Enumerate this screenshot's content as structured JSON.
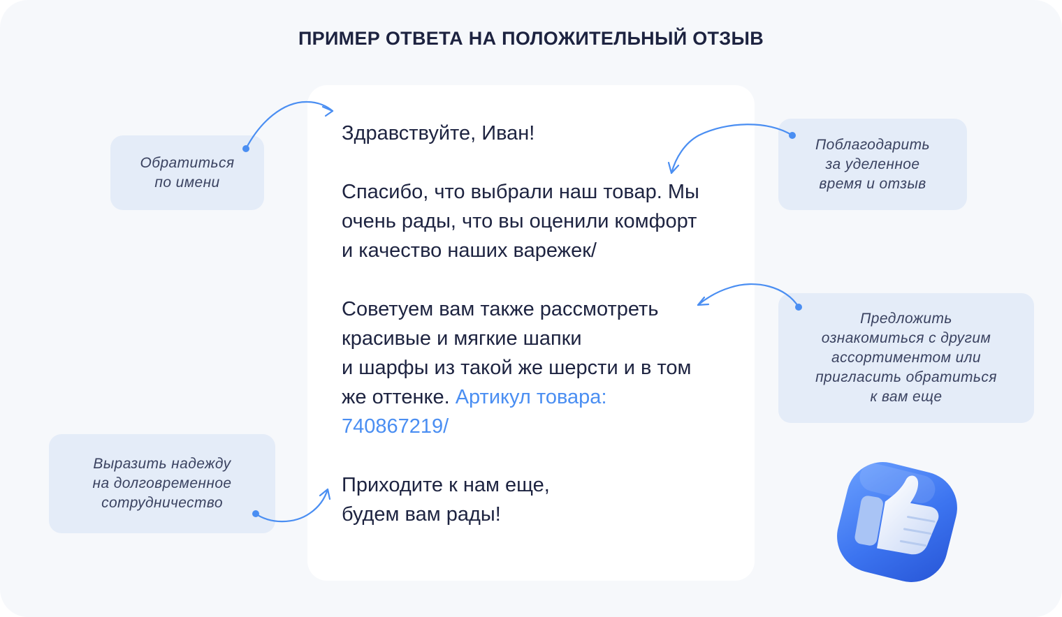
{
  "title": "ПРИМЕР ОТВЕТА НА ПОЛОЖИТЕЛЬНЫЙ ОТЗЫВ",
  "message": {
    "greeting": "Здравствуйте, Иван!",
    "thanks": "Спасибо, что выбрали наш товар. Мы\nочень рады, что вы оценили комфорт\nи качество наших варежек/",
    "offer": "Советуем вам также рассмотреть\nкрасивые и мягкие шапки\nи шарфы из такой же шерсти и в том\nже оттенке. ",
    "offer_link": "Артикул товара:\n740867219/",
    "closing": "Приходите к нам еще,\nбудем вам рады!"
  },
  "notes": {
    "by_name": "Обратиться\nпо имени",
    "thank": "Поблагодарить\nза уделенное\nвремя и отзыв",
    "suggest": "Предложить\nознакомиться с другим\nассортиментом или\nпригласить обратиться\nк вам еще",
    "hope": "Выразить надежду\nна долговременное\nсотрудничество"
  },
  "colors": {
    "accent": "#4a8ef2",
    "text": "#1d2340",
    "note_bg": "#e4ecf8",
    "background": "#f6f8fb"
  },
  "icons": [
    "thumbs-up-icon"
  ]
}
